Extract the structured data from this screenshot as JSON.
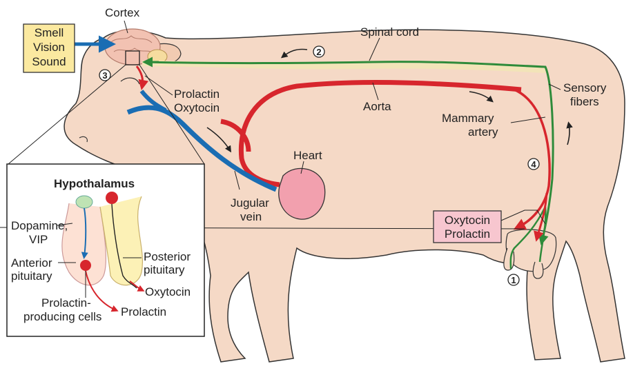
{
  "labels": {
    "cortex": "Cortex",
    "spinal_cord": "Spinal cord",
    "sensory": "Sensory",
    "fibers": "fibers",
    "prolactin_top": "Prolactin",
    "oxytocin_top": "Oxytocin",
    "aorta": "Aorta",
    "mammary": "Mammary",
    "artery": "artery",
    "heart": "Heart",
    "jugular": "Jugular",
    "vein": "vein",
    "udder_oxytocin": "Oxytocin",
    "udder_prolactin": "Prolactin"
  },
  "stimuli": [
    "Smell",
    "Vision",
    "Sound"
  ],
  "steps": [
    "1",
    "2",
    "3",
    "4"
  ],
  "inset": {
    "title": "Hypothalamus",
    "dopamine": "Dopamine,",
    "vip": "VIP",
    "anterior": "Anterior",
    "anterior2": "pituitary",
    "posterior": "Posterior",
    "posterior2": "pituitary",
    "oxytocin": "Oxytocin",
    "prolactin_cells1": "Prolactin-",
    "prolactin_cells2": "producing cells",
    "prolactin": "Prolactin"
  },
  "colors": {
    "cow_body": "#f5d9c6",
    "outline": "#333333",
    "artery": "#d7262d",
    "vein": "#1a6db3",
    "nerve": "#2e8b3a",
    "spinal": "#f2e4b8",
    "heart": "#f2a0ae",
    "stimulus_box": "#fbe9a0",
    "udder_box": "#f7c6cf"
  }
}
